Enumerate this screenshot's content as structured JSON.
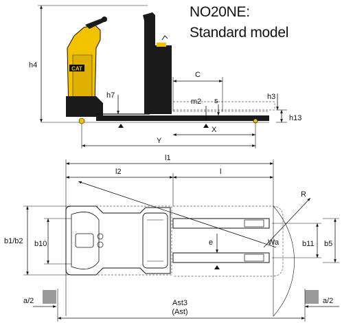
{
  "title": {
    "model": "NO20NE:",
    "subtitle": "Standard model"
  },
  "brand_logo": "CAT",
  "side_view_labels": {
    "h4": "h4",
    "h7": "h7",
    "C": "C",
    "m2": "m2",
    "s": "s",
    "h3": "h3",
    "h13": "h13",
    "X": "X",
    "Y": "Y"
  },
  "top_view_labels": {
    "l1": "l1",
    "l2": "l2",
    "l": "l",
    "R": "R",
    "Wa": "Wa",
    "b1b2": "b1/b2",
    "b10": "b10",
    "e": "e",
    "b11": "b11",
    "b5": "b5",
    "a2_left": "a/2",
    "a2_right": "a/2",
    "Ast3": "Ast3",
    "Ast": "(Ast)"
  },
  "colors": {
    "truck_yellow": "#f2c200",
    "truck_dark": "#1a1a1a",
    "pallet_grey": "#9a9a9a",
    "line": "#111111"
  }
}
